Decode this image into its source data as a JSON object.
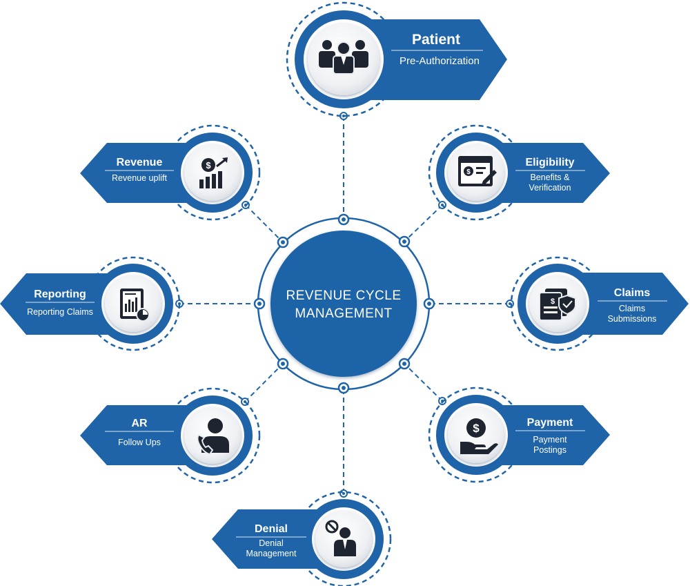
{
  "center": {
    "line1": "REVENUE CYCLE",
    "line2": "MANAGEMENT"
  },
  "colors": {
    "primary": "#1f64a8",
    "icon": "#1e2430",
    "background": "#ffffff"
  },
  "nodes": [
    {
      "key": "patient",
      "title": "Patient",
      "sub1": "Pre-Authorization",
      "sub2": "",
      "icon": "group-people-icon"
    },
    {
      "key": "eligibility",
      "title": "Eligibility",
      "sub1": "Benefits &",
      "sub2": "Verification",
      "icon": "verification-document-icon"
    },
    {
      "key": "claims",
      "title": "Claims",
      "sub1": "Claims",
      "sub2": "Submissions",
      "icon": "claim-documents-shield-icon"
    },
    {
      "key": "payment",
      "title": "Payment",
      "sub1": "Payment",
      "sub2": "Postings",
      "icon": "hand-dollar-coin-icon"
    },
    {
      "key": "denial",
      "title": "Denial",
      "sub1": "Denial",
      "sub2": "Management",
      "icon": "person-prohibited-icon"
    },
    {
      "key": "ar",
      "title": "AR",
      "sub1": "Follow Ups",
      "sub2": "",
      "icon": "person-phone-icon"
    },
    {
      "key": "reporting",
      "title": "Reporting",
      "sub1": "Reporting Claims",
      "sub2": "",
      "icon": "report-chart-icon"
    },
    {
      "key": "revenue",
      "title": "Revenue",
      "sub1": "Revenue uplift",
      "sub2": "",
      "icon": "revenue-growth-chart-icon"
    }
  ]
}
